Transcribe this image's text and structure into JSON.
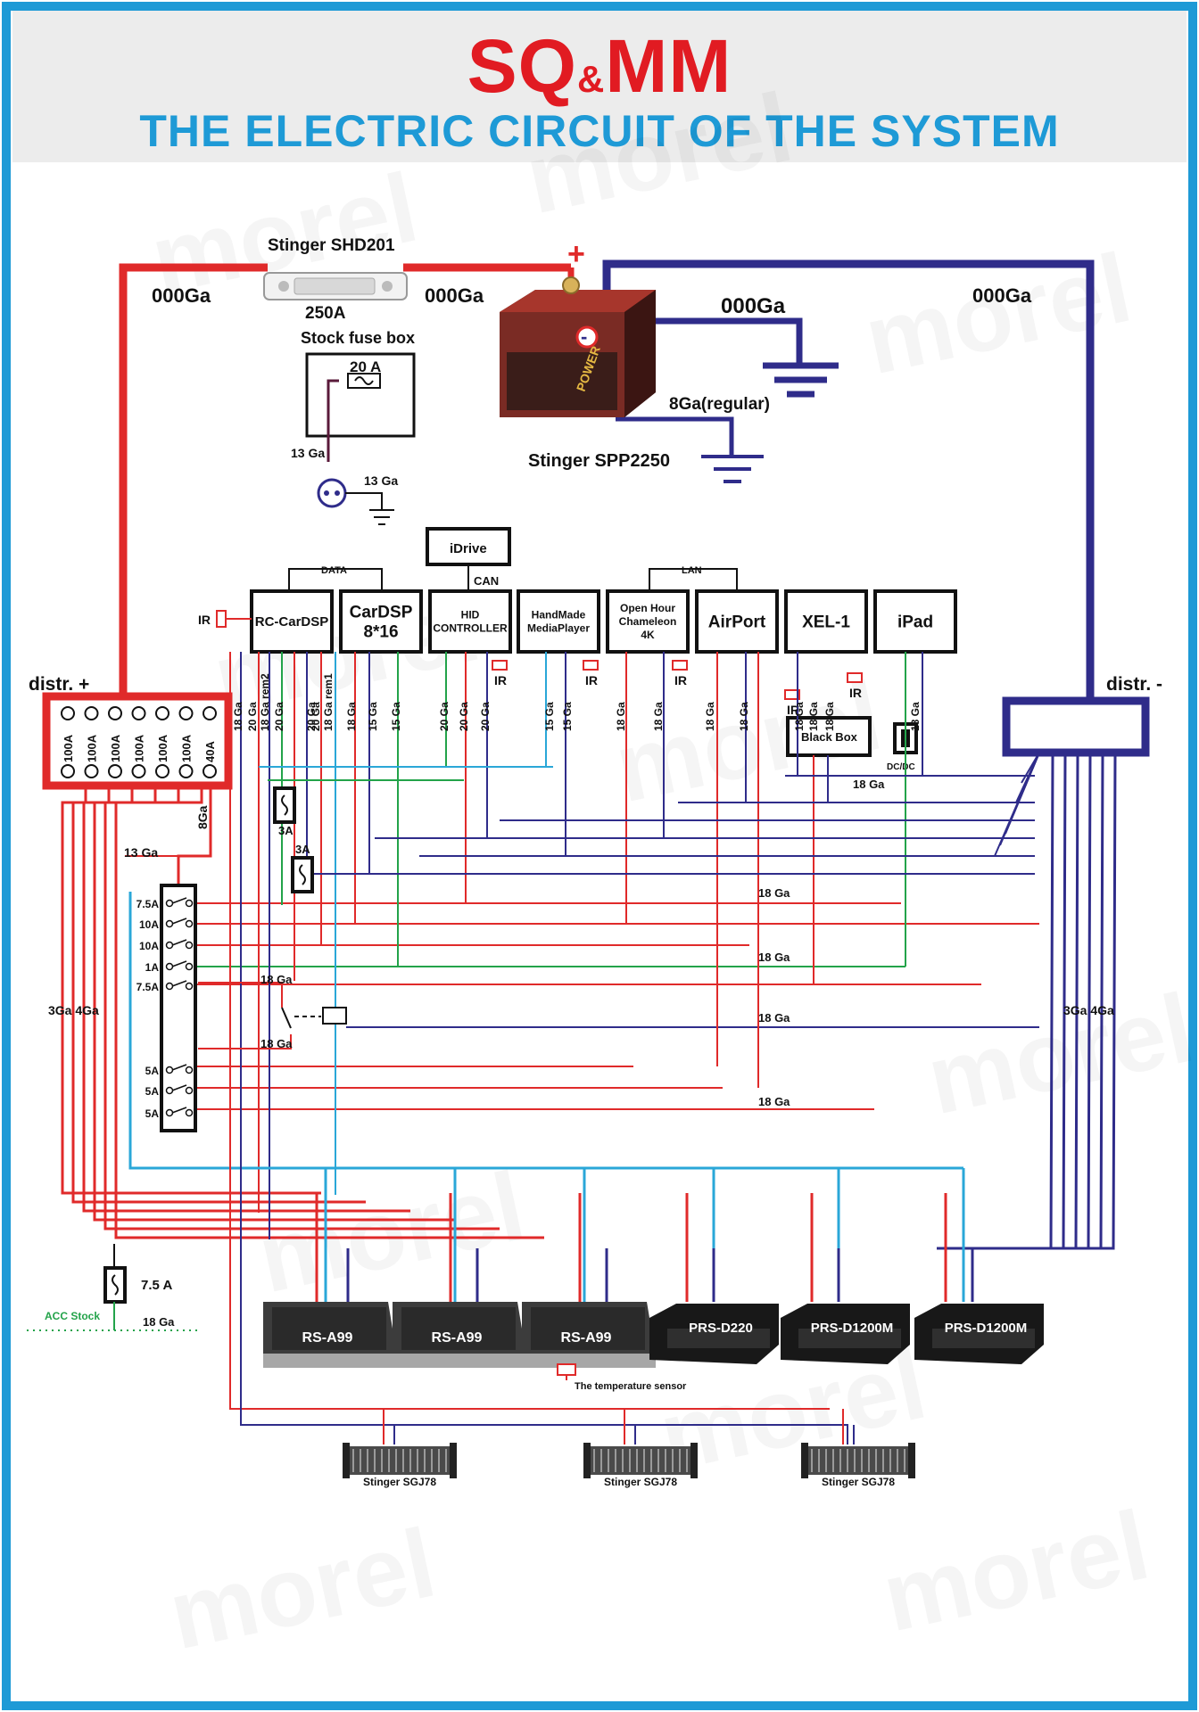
{
  "header": {
    "brand_left": "SQ",
    "brand_amp": "&",
    "brand_right": "MM",
    "title": "THE ELECTRIC CIRCUIT OF THE SYSTEM"
  },
  "watermark": "morel",
  "colors": {
    "positive": "#e02a2a",
    "negative": "#2f2c8a",
    "signal_blue": "#2aa7d8",
    "signal_green": "#23a34a",
    "border": "#1e9ad6",
    "header_red": "#e11b22",
    "header_blue": "#1e9ad6"
  },
  "power": {
    "fuse_name": "Stinger SHD201",
    "fuse_rating": "250A",
    "plus_sign": "+",
    "minus_sign": "-",
    "cable_left": "000Ga",
    "cable_mid": "000Ga",
    "cable_ground": "000Ga",
    "cable_right": "000Ga",
    "battery_name": "Stinger SPP2250",
    "battery_ground": "8Ga(regular)",
    "stock_fuse_box": "Stock fuse box",
    "stock_fuse": "20 A",
    "wire_13_a": "13 Ga",
    "wire_13_b": "13 Ga"
  },
  "distribution": {
    "plus_label": "distr. +",
    "minus_label": "distr. -",
    "fuses": [
      "100A",
      "100A",
      "100A",
      "100A",
      "100A",
      "100A",
      "40A"
    ],
    "wire_8ga": "8Ga",
    "wire_13ga": "13 Ga",
    "left_gauge": "3Ga 4Ga",
    "right_gauge": "3Ga 4Ga"
  },
  "devices": [
    {
      "id": "rc-cardsp",
      "label": "RC-CarDSP"
    },
    {
      "id": "cardsp",
      "label": "CarDSP 8*16"
    },
    {
      "id": "hid",
      "label": "HID CONTROLLER"
    },
    {
      "id": "handmade",
      "label": "HandMade MediaPlayer"
    },
    {
      "id": "openhour",
      "label": "Open Hour Chameleon 4K"
    },
    {
      "id": "airport",
      "label": "AirPort"
    },
    {
      "id": "xel1",
      "label": "XEL-1"
    },
    {
      "id": "ipad",
      "label": "iPad"
    }
  ],
  "bus": {
    "data": "DATA",
    "lan": "LAN",
    "idrive": "iDrive",
    "can": "CAN",
    "ir": "IR",
    "black_box": "Black Box",
    "dcdc": "DC/DC"
  },
  "wire_labels": [
    "18 Ga",
    "20 Ga",
    "18 Ga rem2",
    "20 Ga",
    "20 Ga",
    "20 Ga",
    "18 Ga rem1",
    "18 Ga",
    "15 Ga",
    "15 Ga",
    "20 Ga",
    "20 Ga",
    "20 Ga",
    "15 Ga",
    "15 Ga",
    "18 Ga",
    "18 Ga",
    "18 Ga",
    "18 Ga",
    "18 Ga",
    "18 Ga",
    "18 Ga",
    "18 Ga"
  ],
  "fuse_block": {
    "fuses": [
      "7.5A",
      "10A",
      "10A",
      "1A",
      "7.5A",
      "5A",
      "5A",
      "5A"
    ],
    "inline_3a_a": "3A",
    "inline_3a_b": "3A",
    "relay_wire_top": "18 Ga",
    "relay_wire_bottom": "18 Ga"
  },
  "run_labels": [
    "18 Ga",
    "18 Ga",
    "18 Ga",
    "18 Ga",
    "18 Ga"
  ],
  "acc": {
    "fuse": "7.5 A",
    "label": "ACC Stock",
    "wire": "18 Ga"
  },
  "amplifiers": [
    "RS-A99",
    "RS-A99",
    "RS-A99",
    "PRS-D220",
    "PRS-D1200M",
    "PRS-D1200M"
  ],
  "temperature_sensor": "The temperature sensor",
  "fans": [
    "Stinger SGJ78",
    "Stinger SGJ78",
    "Stinger SGJ78"
  ]
}
